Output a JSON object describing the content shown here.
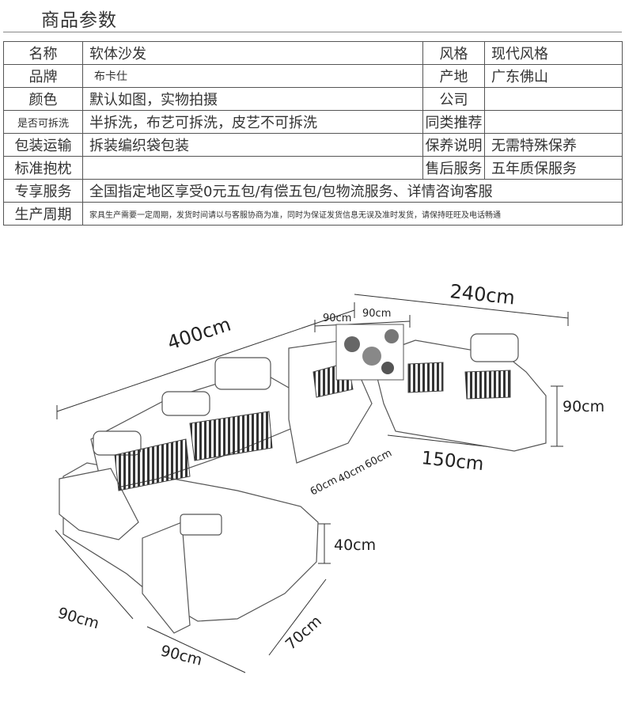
{
  "header": {
    "title": "商品参数"
  },
  "specs": {
    "name_label": "名称",
    "name_value": "软体沙发",
    "style_label": "风格",
    "style_value": "现代风格",
    "brand_label": "品牌",
    "brand_value": "布卡仕",
    "origin_label": "产地",
    "origin_value": "广东佛山",
    "color_label": "颜色",
    "color_value": "默认如图，实物拍摄",
    "company_label": "公司",
    "company_value": "",
    "washable_label": "是否可拆洗",
    "washable_value": "半拆洗，布艺可拆洗，皮艺不可拆洗",
    "similar_label": "同类推荐",
    "similar_value": "",
    "packaging_label": "包装运输",
    "packaging_value": "拆装编织袋包装",
    "care_label": "保养说明",
    "care_value": "无需特殊保养",
    "pillow_label": "标准抱枕",
    "pillow_value": "",
    "aftersales_label": "售后服务",
    "aftersales_value": "五年质保服务",
    "service_label": "专享服务",
    "service_value": "全国指定地区享受0元五包/有偿五包/包物流服务、详情咨询客服",
    "cycle_label": "生产周期",
    "cycle_value": "家具生产需要一定周期，发货时间请以与客服协商为准，同时为保证发货信息无误及准时发货，请保持旺旺及电话畅通"
  },
  "dimensions": {
    "total_length": "400cm",
    "right_length": "240cm",
    "seat_a": "90cm",
    "seat_b": "90cm",
    "right_height": "90cm",
    "right_depth": "150cm",
    "console_a": "60cm",
    "console_b": "40cm",
    "console_c": "60cm",
    "chaise_height": "40cm",
    "left_depth": "90cm",
    "chaise_width": "90cm",
    "chaise_depth": "70cm"
  }
}
